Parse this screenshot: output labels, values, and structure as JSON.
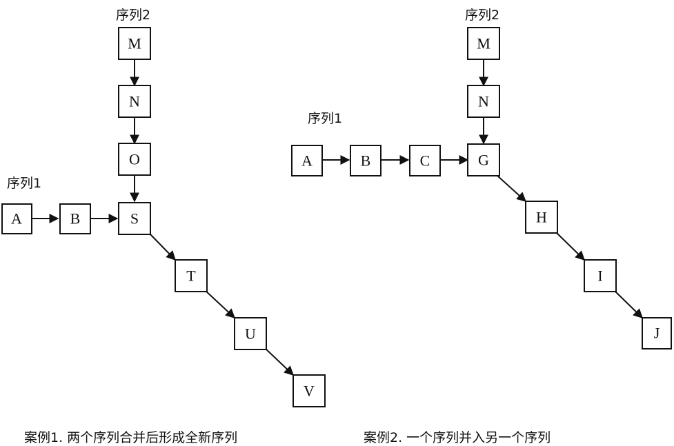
{
  "diagram1": {
    "caption": "案例1. 两个序列合并后形成全新序列",
    "seq1_label": "序列1",
    "seq2_label": "序列2",
    "nodes": [
      "M",
      "N",
      "O",
      "A",
      "B",
      "S",
      "T",
      "U",
      "V"
    ]
  },
  "diagram2": {
    "caption": "案例2. 一个序列并入另一个序列",
    "seq1_label": "序列1",
    "seq2_label": "序列2",
    "nodes": [
      "M",
      "N",
      "A",
      "B",
      "C",
      "G",
      "H",
      "I",
      "J"
    ]
  }
}
